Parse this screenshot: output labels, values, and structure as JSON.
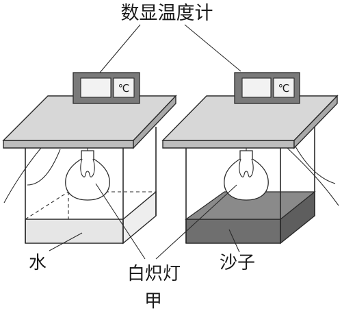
{
  "labels": {
    "thermometer": "数显温度计",
    "water": "水",
    "sand": "沙子",
    "bulb": "白炽灯",
    "group": "甲"
  },
  "thermometer_display": {
    "unit": "℃"
  },
  "colors": {
    "lid_fill": "#d7d7d7",
    "lid_edge": "#9a9a9a",
    "water_fill": "#e6e6e6",
    "sand_fill": "#6f6f6f",
    "sand_top": "#8a8a8a",
    "thermo_body": "#7a7a7a",
    "thermo_screen": "#f2f2f2"
  }
}
